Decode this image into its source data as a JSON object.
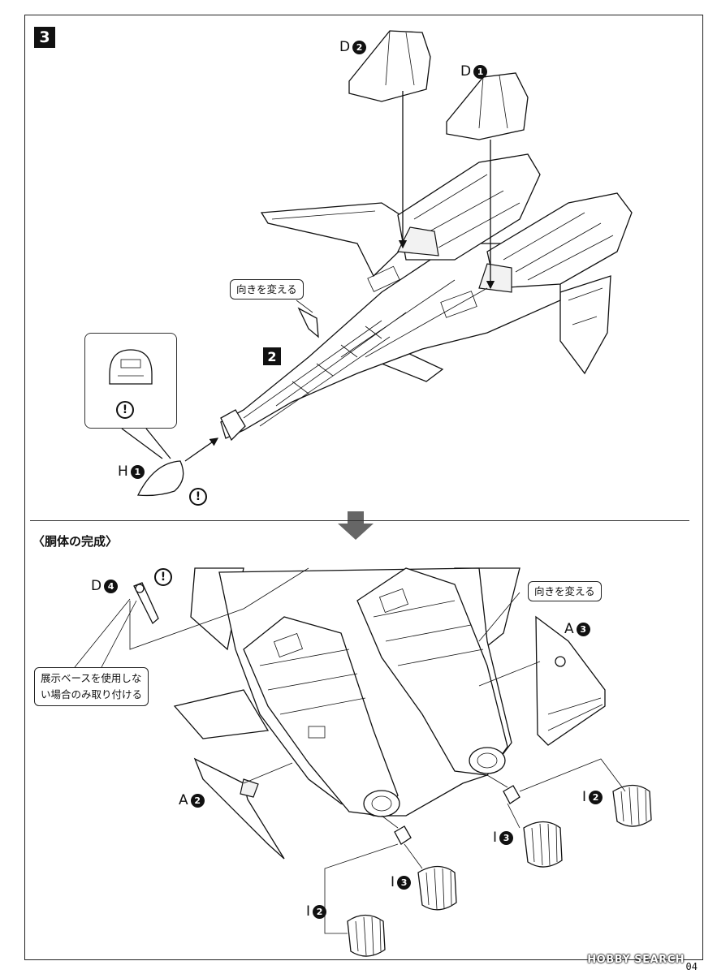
{
  "step": {
    "number": "3",
    "sub_step": "2"
  },
  "callouts": {
    "rotate_top": "向きを変える",
    "rotate_bottom": "向きを変える",
    "base_note_line1": "展示ベースを使用しな",
    "base_note_line2": "い場合のみ取り付ける"
  },
  "section_title": "〈胴体の完成〉",
  "parts": {
    "d2": {
      "letter": "D",
      "num": "2"
    },
    "d1": {
      "letter": "D",
      "num": "1"
    },
    "h1": {
      "letter": "H",
      "num": "1"
    },
    "d4": {
      "letter": "D",
      "num": "4"
    },
    "a3": {
      "letter": "A",
      "num": "3"
    },
    "a2": {
      "letter": "A",
      "num": "2"
    },
    "i2_right": {
      "letter": "I",
      "num": "2"
    },
    "i3_right": {
      "letter": "I",
      "num": "3"
    },
    "i3_left": {
      "letter": "I",
      "num": "3"
    },
    "i2_left": {
      "letter": "I",
      "num": "2"
    }
  },
  "warning_symbol": "!",
  "page_number": "04",
  "watermark": "HOBBY SEARCH",
  "icons": [
    "warning-icon",
    "arrow-down-icon",
    "part-number-icon"
  ]
}
